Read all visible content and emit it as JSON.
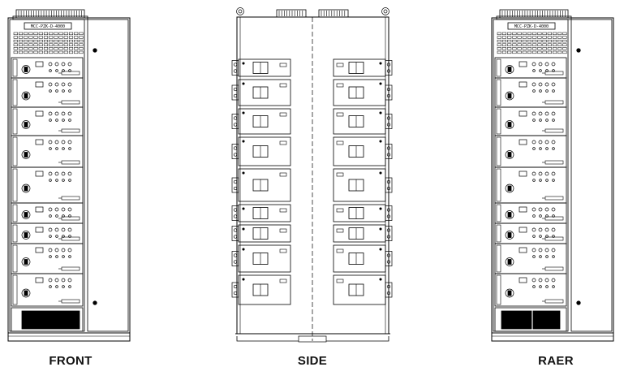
{
  "views": [
    {
      "id": "front",
      "caption": "FRONT",
      "nameplate": "MCC-PZK-D-4000"
    },
    {
      "id": "side",
      "caption": "SIDE"
    },
    {
      "id": "rear",
      "caption": "RAER",
      "nameplate": "MCC-PZK-D-4000"
    }
  ],
  "colors": {
    "line": "#000000",
    "background": "#ffffff",
    "vent_fill": "#000000"
  },
  "drawer_rows": 9,
  "side_module_rows": 9
}
